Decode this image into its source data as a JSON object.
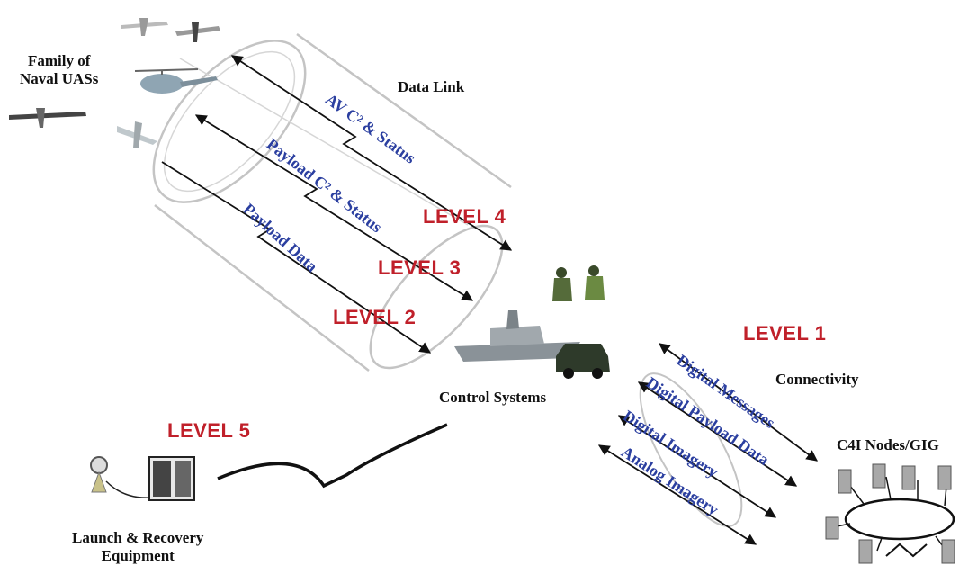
{
  "labels": {
    "family": [
      "Family of",
      "Naval UASs"
    ],
    "data_link": "Data Link",
    "control_systems": "Control Systems",
    "connectivity": "Connectivity",
    "c4i": "C4I Nodes/GIG",
    "launch": [
      "Launch & Recovery",
      "Equipment"
    ]
  },
  "levels": {
    "l1": "LEVEL 1",
    "l2": "LEVEL 2",
    "l3": "LEVEL 3",
    "l4": "LEVEL 4",
    "l5": "LEVEL 5"
  },
  "flows": {
    "av_status": "AV C² & Status",
    "payload_status": "Payload C² & Status",
    "payload_data": "Payload Data",
    "digital_messages": "Digital Messages",
    "digital_payload_data": "Digital Payload Data",
    "digital_imagery": "Digital Imagery",
    "analog_imagery": "Analog Imagery"
  },
  "colors": {
    "level": "#c0202a",
    "flow": "#2b3fa0",
    "arrow": "#111111",
    "cylinder": "#bdbdbd"
  }
}
